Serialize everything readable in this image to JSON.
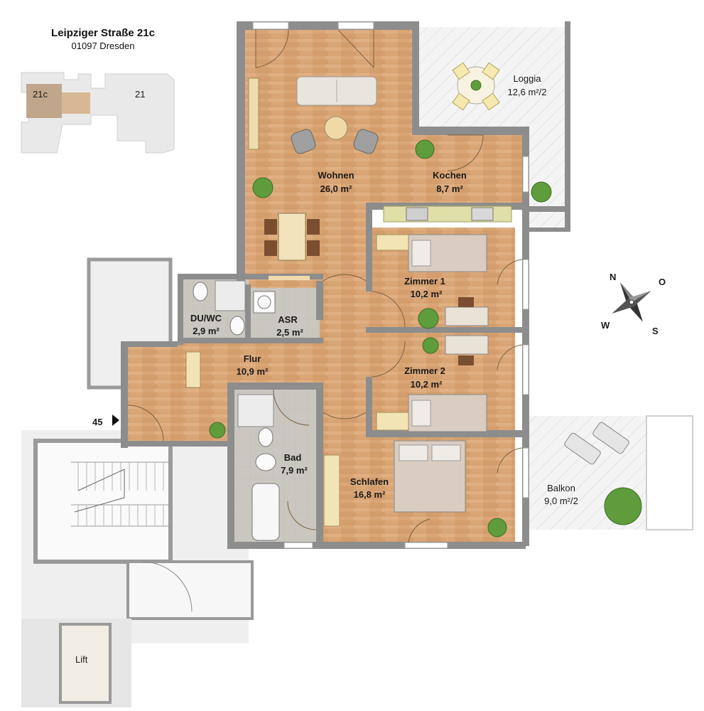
{
  "header": {
    "street": "Leipziger Straße 21c",
    "city": "01097 Dresden"
  },
  "keyplan": {
    "label_current": "21c",
    "label_neighbor": "21"
  },
  "rooms": {
    "wohnen": {
      "name": "Wohnen",
      "area": "26,0 m²"
    },
    "kochen": {
      "name": "Kochen",
      "area": "8,7 m²"
    },
    "loggia": {
      "name": "Loggia",
      "area": "12,6 m²/2"
    },
    "duwc": {
      "name": "DU/WC",
      "area": "2,9 m²"
    },
    "asr": {
      "name": "ASR",
      "area": "2,5 m²"
    },
    "zimmer1": {
      "name": "Zimmer 1",
      "area": "10,2 m²"
    },
    "zimmer2": {
      "name": "Zimmer 2",
      "area": "10,2 m²"
    },
    "flur": {
      "name": "Flur",
      "area": "10,9 m²"
    },
    "bad": {
      "name": "Bad",
      "area": "7,9 m²"
    },
    "schlafen": {
      "name": "Schlafen",
      "area": "16,8 m²"
    },
    "balkon": {
      "name": "Balkon",
      "area": "9,0 m²/2"
    }
  },
  "unit_number": "45",
  "lift_label": "Lift",
  "compass": {
    "n": "N",
    "o": "O",
    "s": "S",
    "w": "W"
  },
  "colors": {
    "wall": "#8b8b8b",
    "wood": "#d9a878",
    "tile": "#c9c6bf",
    "terrace": "#f1f1f1",
    "plant": "#5e9c3c"
  }
}
